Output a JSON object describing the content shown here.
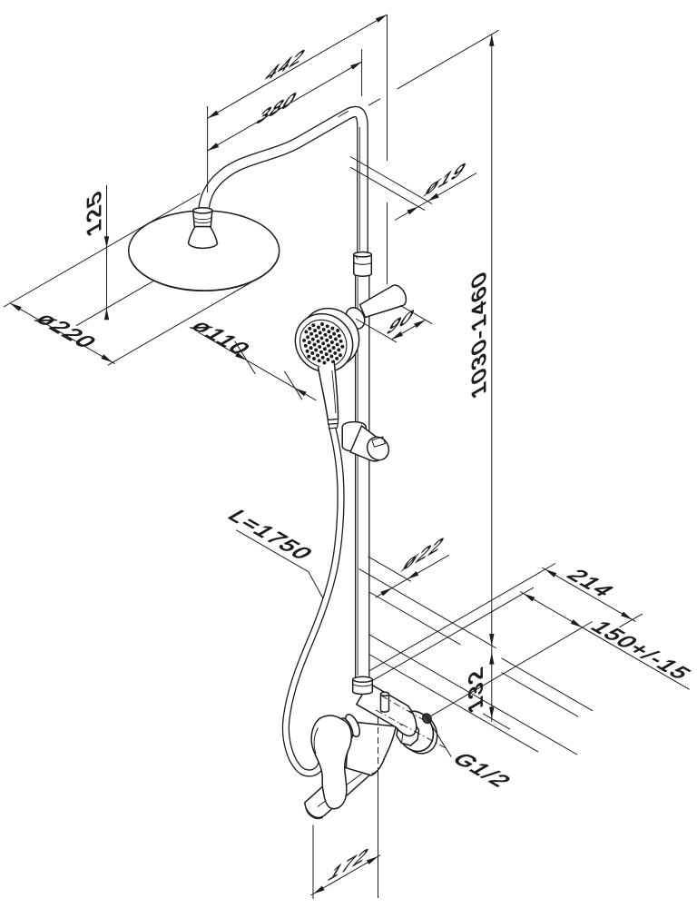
{
  "diagram": {
    "type": "technical-drawing",
    "subject": "shower system dimensional diagram (isometric)",
    "background": "#ffffff",
    "line_color": "#1c1c1c",
    "labels": {
      "width_overall": "442",
      "arm_reach": "380",
      "head_drop": "125",
      "rain_head_diameter": "ø220",
      "hand_shower_diameter": "ø110",
      "arm_pipe_diameter": "ø19",
      "bracket_offset": "90",
      "column_height_range": "1030-1460",
      "hose_length": "L=1750",
      "column_pipe_diameter": "ø22",
      "mixer_width": "214",
      "inlet_spacing": "150+/-15",
      "inlet_drop": "132",
      "thread_size": "G1/2",
      "spout_reach": "172"
    }
  }
}
